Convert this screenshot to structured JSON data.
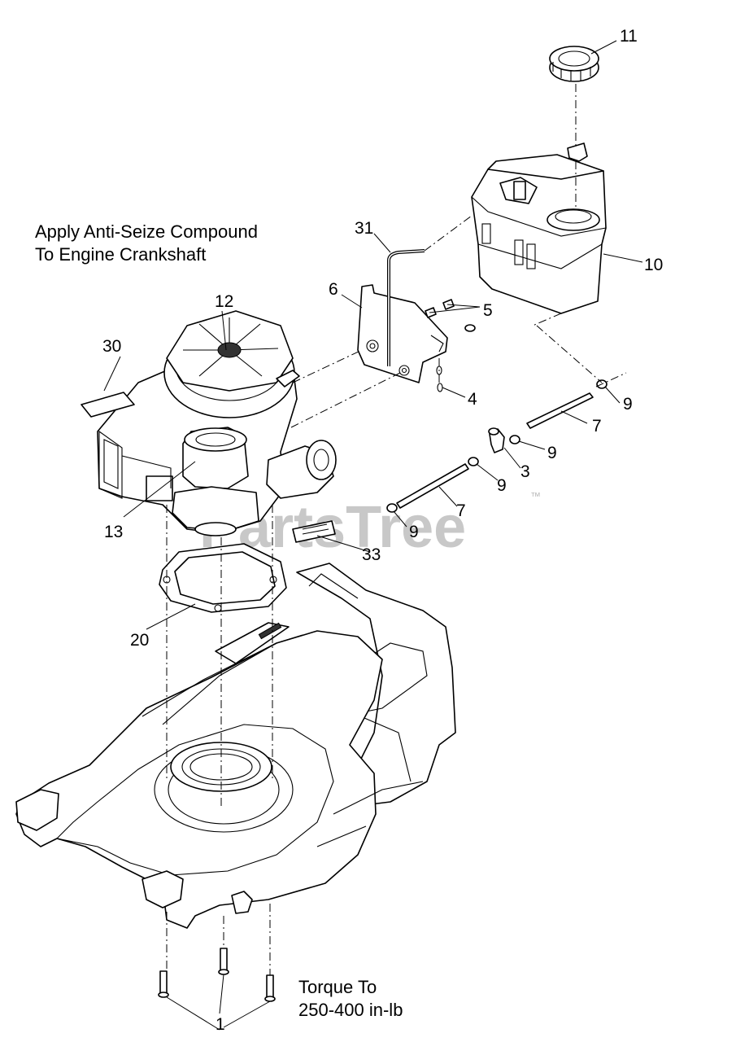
{
  "notes": {
    "anti_seize_line1": "Apply Anti-Seize Compound",
    "anti_seize_line2": "To Engine Crankshaft",
    "torque_line1": "Torque To",
    "torque_line2": "250-400 in-lb"
  },
  "watermark": {
    "text": "PartsTree",
    "trademark": "™"
  },
  "callouts": {
    "c1": "1",
    "c3": "3",
    "c4": "4",
    "c5": "5",
    "c6": "6",
    "c7a": "7",
    "c7b": "7",
    "c9a": "9",
    "c9b": "9",
    "c9c": "9",
    "c9d": "9",
    "c10": "10",
    "c11": "11",
    "c12": "12",
    "c13": "13",
    "c20": "20",
    "c30": "30",
    "c31": "31",
    "c33": "33"
  },
  "parts": {
    "engine": "engine-icon",
    "fuel_tank": "fuel-tank-icon",
    "fuel_cap": "fuel-cap-icon",
    "gasket": "gasket-icon",
    "deck": "mower-deck-icon",
    "bracket": "bracket-icon"
  },
  "colors": {
    "line": "#000000",
    "background": "#ffffff",
    "watermark": "#c8c8c8"
  }
}
